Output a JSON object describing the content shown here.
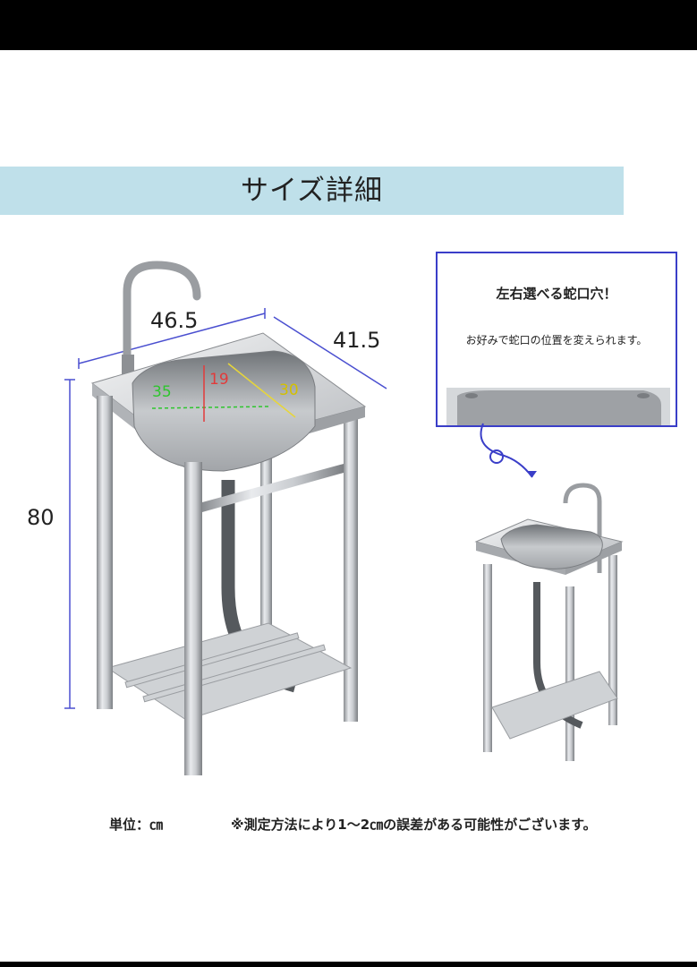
{
  "title": "サイズ詳細",
  "dimensions": {
    "width": "46.5",
    "depth": "41.5",
    "height": "80",
    "basin_depth": "19",
    "basin_width": "35",
    "basin_length": "30"
  },
  "callout": {
    "title": "左右選べる蛇口穴！",
    "subtitle": "お好みで蛇口の位置を変えられます。"
  },
  "footer": {
    "unit": "単位：㎝",
    "note": "※測定方法により1～2㎝の誤差がある可能性がございます。"
  }
}
